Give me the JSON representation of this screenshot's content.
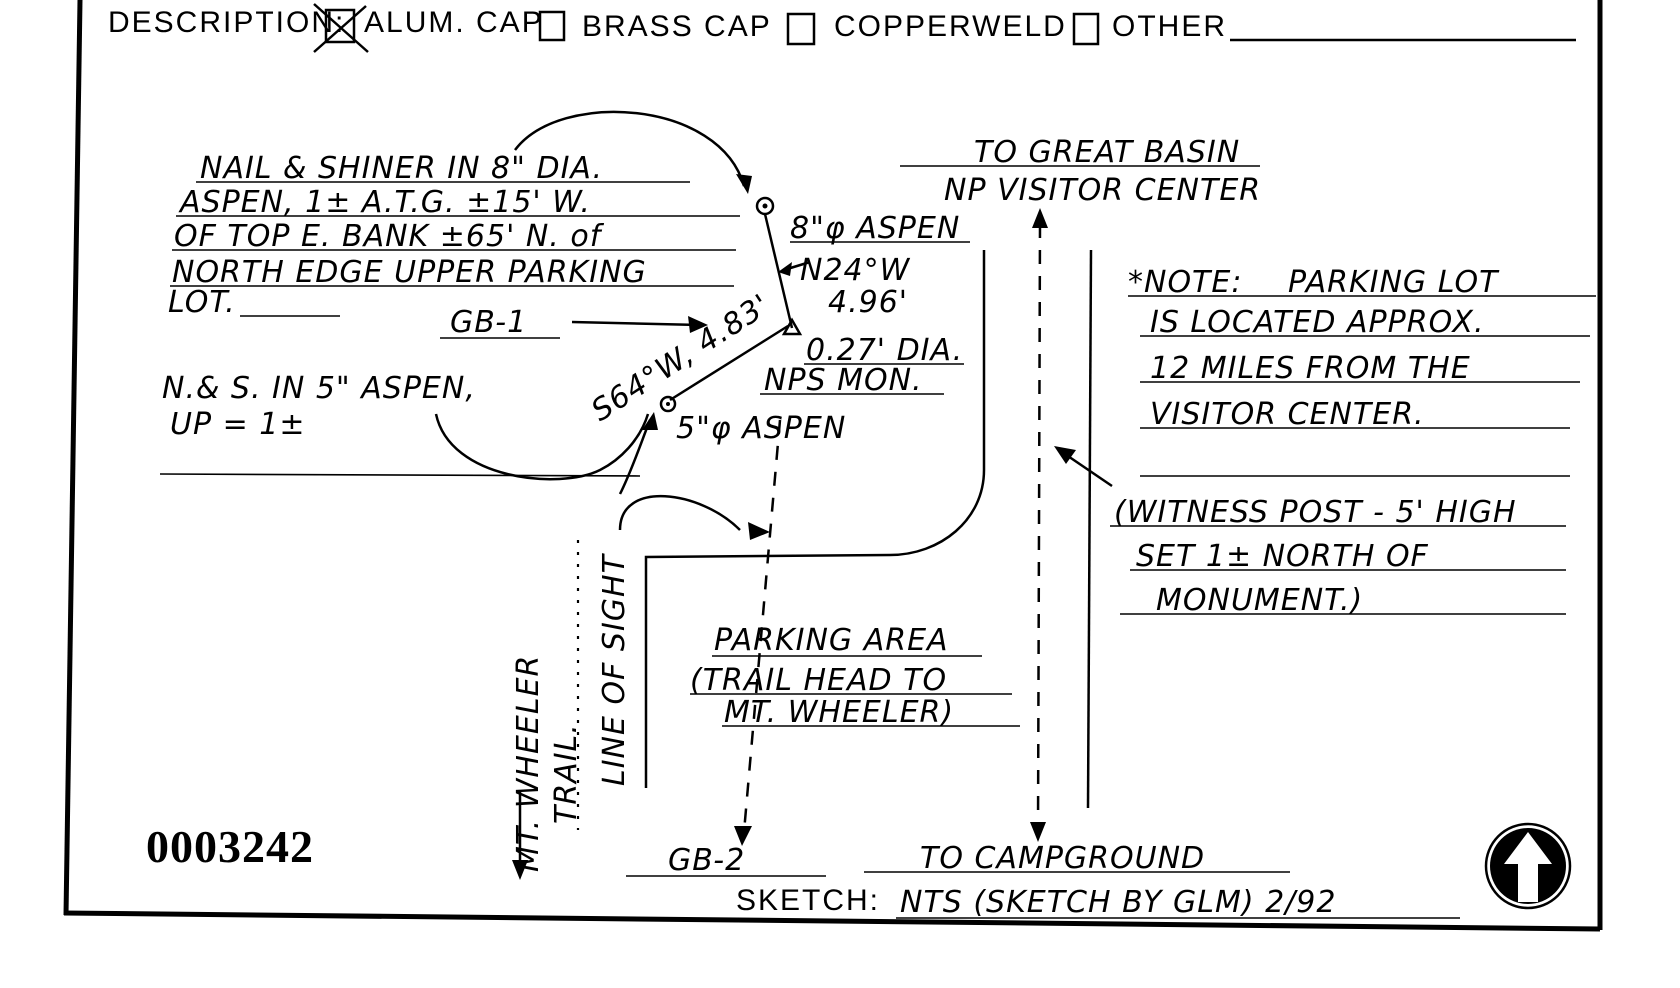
{
  "header": {
    "description_label": "DESCRIPTION:",
    "options": [
      {
        "label": "ALUM. CAP",
        "checked": true
      },
      {
        "label": "BRASS CAP",
        "checked": false
      },
      {
        "label": "COPPERWELD",
        "checked": false
      },
      {
        "label": "OTHER",
        "checked": false
      }
    ]
  },
  "notes_left": {
    "line1": "NAIL & SHINER IN 8\" DIA.",
    "line2": "ASPEN, 1± A.T.G. ±15' W.",
    "line3": "OF TOP E. BANK ±65' N. of",
    "line4": "NORTH EDGE UPPER PARKING",
    "line5": "LOT.",
    "gb1": "GB-1",
    "ns_line1": "N.& S. IN 5\" ASPEN,",
    "ns_line2": "UP = 1±"
  },
  "map_labels": {
    "to_great_basin_1": "TO GREAT BASIN",
    "to_great_basin_2": "NP VISITOR CENTER",
    "aspen8": "8\"φ ASPEN",
    "bearing_n": "N24°W",
    "dist_n": "4.96'",
    "monument_1": "0.27' DIA.",
    "monument_2": "NPS MON.",
    "bearing_s": "S64°W, 4.83'",
    "aspen5": "5\"φ ASPEN",
    "parking_1": "PARKING AREA",
    "parking_2": "(TRAIL HEAD TO",
    "parking_3": "MT. WHEELER)",
    "line_of_sight": "LINE OF SIGHT",
    "trail_1": "MT. WHEELER",
    "trail_2": "TRAIL.",
    "gb2": "GB-2",
    "to_campground": "TO CAMPGROUND"
  },
  "notes_right": {
    "note_label": "*NOTE:",
    "note_1": "PARKING LOT",
    "note_2": "IS LOCATED APPROX.",
    "note_3": "12 MILES FROM THE",
    "note_4": "VISITOR CENTER.",
    "witness_1": "(WITNESS POST - 5' HIGH",
    "witness_2": "SET 1± NORTH OF",
    "witness_3": "MONUMENT.)"
  },
  "footer": {
    "stamp_number": "0003242",
    "sketch_label": "SKETCH:",
    "sketch_value": "NTS (SKETCH BY GLM) 2/92"
  },
  "icons": {
    "north": "north-arrow-icon",
    "checkbox_checked": "checkbox-checked-icon",
    "checkbox_empty": "checkbox-empty-icon"
  }
}
